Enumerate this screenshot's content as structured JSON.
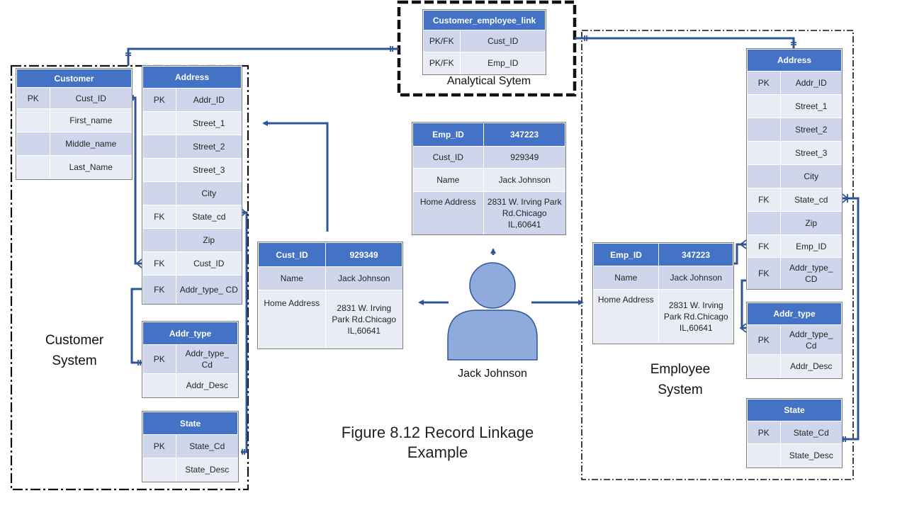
{
  "diagram": {
    "caption_line1": "Figure 8.12 Record Linkage",
    "caption_line2": "Example",
    "customer_system_label_line1": "Customer",
    "customer_system_label_line2": "System",
    "employee_system_label_line1": "Employee",
    "employee_system_label_line2": "System",
    "analytical_system_label": "Analytical Sytem",
    "person_name": "Jack Johnson"
  },
  "tables": {
    "customer": {
      "title": "Customer",
      "rows": [
        [
          "PK",
          "Cust_ID"
        ],
        [
          "",
          "First_name"
        ],
        [
          "",
          "Middle_name"
        ],
        [
          "",
          "Last_Name"
        ]
      ]
    },
    "cust_address": {
      "title": "Address",
      "rows": [
        [
          "PK",
          "Addr_ID"
        ],
        [
          "",
          "Street_1"
        ],
        [
          "",
          "Street_2"
        ],
        [
          "",
          "Street_3"
        ],
        [
          "",
          "City"
        ],
        [
          "FK",
          "State_cd"
        ],
        [
          "",
          "Zip"
        ],
        [
          "FK",
          "Cust_ID"
        ],
        [
          "FK",
          "Addr_type_ CD"
        ]
      ]
    },
    "cust_addr_type": {
      "title": "Addr_type",
      "rows": [
        [
          "PK",
          "Addr_type_ Cd"
        ],
        [
          "",
          "Addr_Desc"
        ]
      ]
    },
    "cust_state": {
      "title": "State",
      "rows": [
        [
          "PK",
          "State_Cd"
        ],
        [
          "",
          "State_Desc"
        ]
      ]
    },
    "link": {
      "title": "Customer_employee_link",
      "rows": [
        [
          "PK/FK",
          "Cust_ID"
        ],
        [
          "PK/FK",
          "Emp_ID"
        ]
      ]
    },
    "emp_address": {
      "title": "Address",
      "rows": [
        [
          "PK",
          "Addr_ID"
        ],
        [
          "",
          "Street_1"
        ],
        [
          "",
          "Street_2"
        ],
        [
          "",
          "Street_3"
        ],
        [
          "",
          "City"
        ],
        [
          "FK",
          "State_cd"
        ],
        [
          "",
          "Zip"
        ],
        [
          "FK",
          "Emp_ID"
        ],
        [
          "FK",
          "Addr_type_ CD"
        ]
      ]
    },
    "emp_addr_type": {
      "title": "Addr_type",
      "rows": [
        [
          "PK",
          "Addr_type_ Cd"
        ],
        [
          "",
          "Addr_Desc"
        ]
      ]
    },
    "emp_state": {
      "title": "State",
      "rows": [
        [
          "PK",
          "State_Cd"
        ],
        [
          "",
          "State_Desc"
        ]
      ]
    }
  },
  "records": {
    "customer_record": {
      "header": [
        "Cust_ID",
        "929349"
      ],
      "rows": [
        [
          "Name",
          "Jack Johnson"
        ],
        [
          "Home Address",
          "2831 W. Irving Park Rd.Chicago IL,60641"
        ]
      ]
    },
    "linked_record": {
      "header": [
        "Emp_ID",
        "347223"
      ],
      "rows": [
        [
          "Cust_ID",
          "929349"
        ],
        [
          "Name",
          "Jack Johnson"
        ],
        [
          "Home Address",
          "2831 W. Irving Park Rd.Chicago IL,60641"
        ]
      ]
    },
    "employee_record": {
      "header": [
        "Emp_ID",
        "347223"
      ],
      "rows": [
        [
          "Name",
          "Jack Johnson"
        ],
        [
          "Home Address",
          "2831 W. Irving Park Rd.Chicago IL,60641"
        ]
      ]
    }
  },
  "colors": {
    "header_fill": "#4472c4",
    "row_dark": "#cfd5ea",
    "row_light": "#e9ebf5",
    "connector": "#2f5597",
    "person_fill": "#8faadc"
  }
}
